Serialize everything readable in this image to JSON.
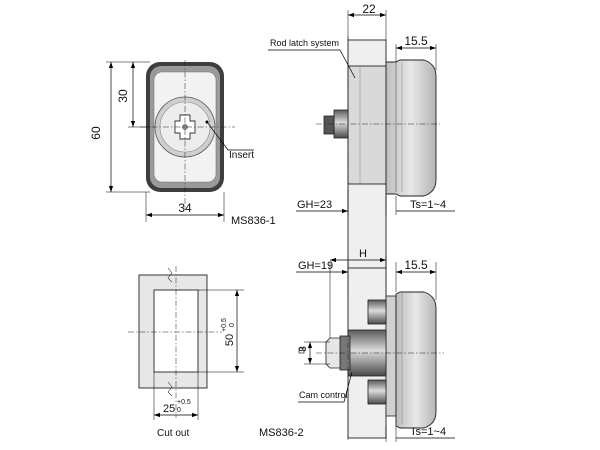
{
  "labels": {
    "rod_latch_system": "Rod latch system",
    "insert": "Insert",
    "cam_control": "Cam control",
    "model_1": "MS836-1",
    "model_2": "MS836-2",
    "cut_out": "Cut out"
  },
  "dimensions": {
    "front_height": "60",
    "front_insert_height": "30",
    "front_width": "34",
    "side1_top": "22",
    "side1_depth": "15.5",
    "side1_gh": "GH=23",
    "side1_ts": "Ts=1~4",
    "side2_gh": "GH=19",
    "side2_h": "H",
    "side2_depth": "15.5",
    "side2_square": "8",
    "side2_ts": "Ts=1~4",
    "cutout_height": "50",
    "cutout_height_tol_plus": "+0.5",
    "cutout_height_tol_minus": "0",
    "cutout_width": "25",
    "cutout_width_tol_plus": "+0.5",
    "cutout_width_tol_minus": "0"
  }
}
